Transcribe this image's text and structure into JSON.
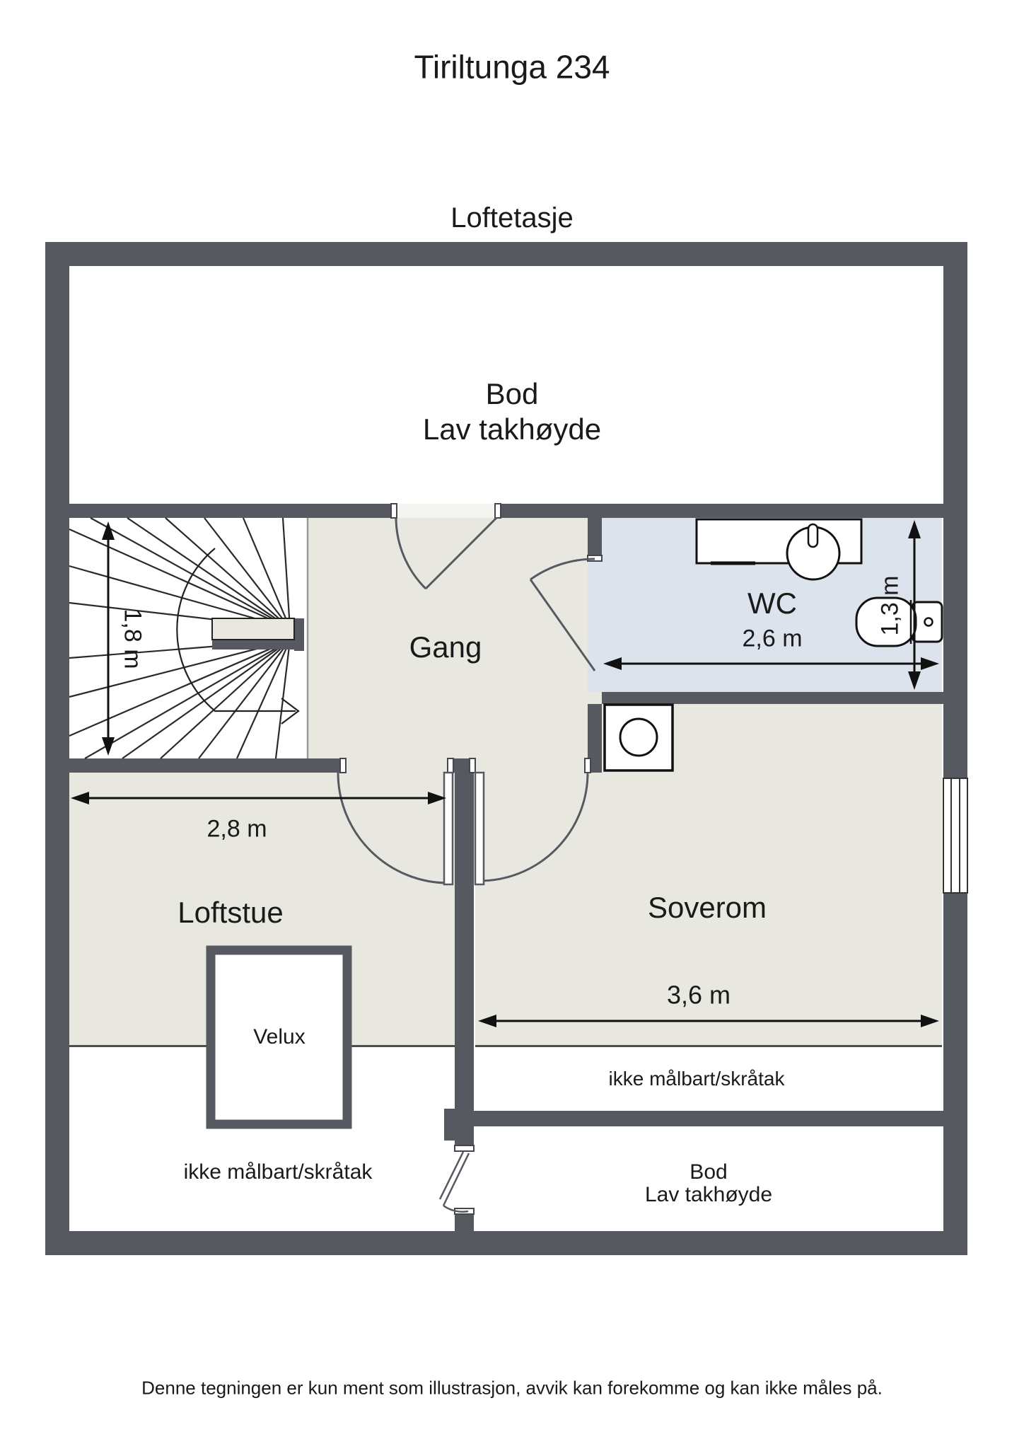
{
  "page": {
    "title": "Tiriltunga 234",
    "floor_label": "Loftetasje",
    "disclaimer": "Denne tegningen er kun ment som illustrasjon, avvik kan forekomme og kan ikke måles på."
  },
  "rooms": {
    "bod_top": {
      "name": "Bod",
      "note": "Lav takhøyde"
    },
    "gang": {
      "name": "Gang"
    },
    "wc": {
      "name": "WC",
      "width": "2,6 m",
      "depth": "1,3 m"
    },
    "stairs": {
      "depth": "1,8 m"
    },
    "loftstue": {
      "name": "Loftstue",
      "width": "2,8 m"
    },
    "soverom": {
      "name": "Soverom",
      "width": "3,6 m"
    },
    "bod_bottom": {
      "name": "Bod",
      "note": "Lav takhøyde"
    }
  },
  "annotations": {
    "velux": "Velux",
    "sloped_left": "ikke målbart/skråtak",
    "sloped_right": "ikke målbart/skråtak"
  },
  "colors": {
    "wall": "#56595f",
    "floor": "#e8e8e0",
    "wc_floor": "#dce3ed",
    "line": "#2a2a2a",
    "text": "#1a1a1a"
  }
}
